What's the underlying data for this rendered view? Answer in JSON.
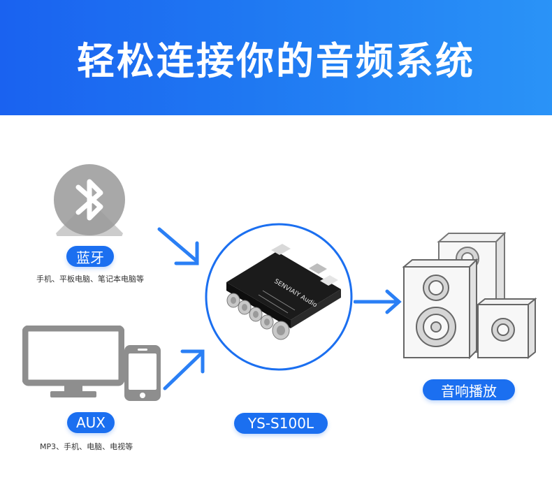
{
  "banner": {
    "title": "轻松连接你的音频系统",
    "gradient_start": "#1a62f0",
    "gradient_end": "#2a93f7"
  },
  "sources": {
    "bluetooth": {
      "icon": "bluetooth-icon",
      "label": "蓝牙",
      "caption": "手机、平板电脑、笔记本电脑等"
    },
    "aux": {
      "icons": [
        "monitor-icon",
        "smartphone-icon"
      ],
      "label": "AUX",
      "caption": "MP3、手机、电脑、电视等"
    }
  },
  "device": {
    "label": "YS-S100L",
    "board_text": "SENVIAIY Audio"
  },
  "output": {
    "icon": "speakers-icon",
    "label": "音响播放"
  },
  "colors": {
    "accent": "#1b6ff0",
    "icon_gray": "#8e8e8e",
    "arrow": "#2a7ff5"
  }
}
